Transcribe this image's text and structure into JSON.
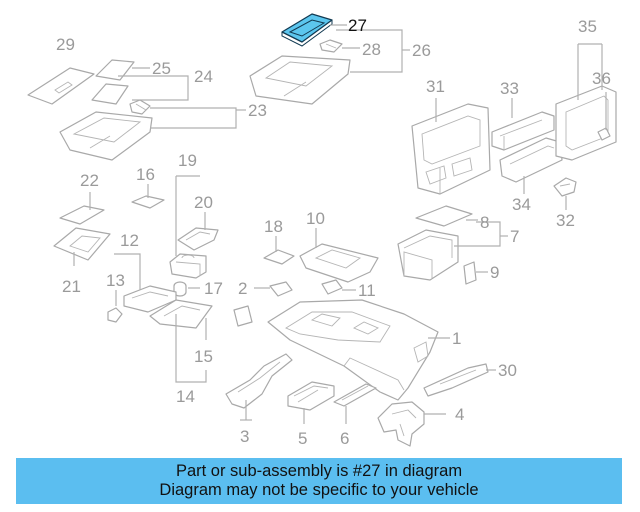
{
  "diagram": {
    "highlight_color": "#5cc6ee",
    "highlighted_part": "27",
    "callouts": {
      "c1": "1",
      "c2": "2",
      "c3": "3",
      "c4": "4",
      "c5": "5",
      "c6": "6",
      "c7": "7",
      "c8": "8",
      "c9": "9",
      "c10": "10",
      "c11": "11",
      "c12": "12",
      "c13": "13",
      "c14": "14",
      "c15": "15",
      "c16": "16",
      "c17": "17",
      "c18": "18",
      "c19": "19",
      "c20": "20",
      "c21": "21",
      "c22": "22",
      "c23": "23",
      "c24": "24",
      "c25": "25",
      "c26": "26",
      "c27": "27",
      "c28": "28",
      "c29": "29",
      "c30": "30",
      "c31": "31",
      "c32": "32",
      "c33": "33",
      "c34": "34",
      "c35": "35",
      "c36": "36"
    }
  },
  "banner": {
    "color": "#5bbef0",
    "line1": "Part or sub-assembly is #27 in diagram",
    "line2": "Diagram may not be specific to your vehicle"
  }
}
